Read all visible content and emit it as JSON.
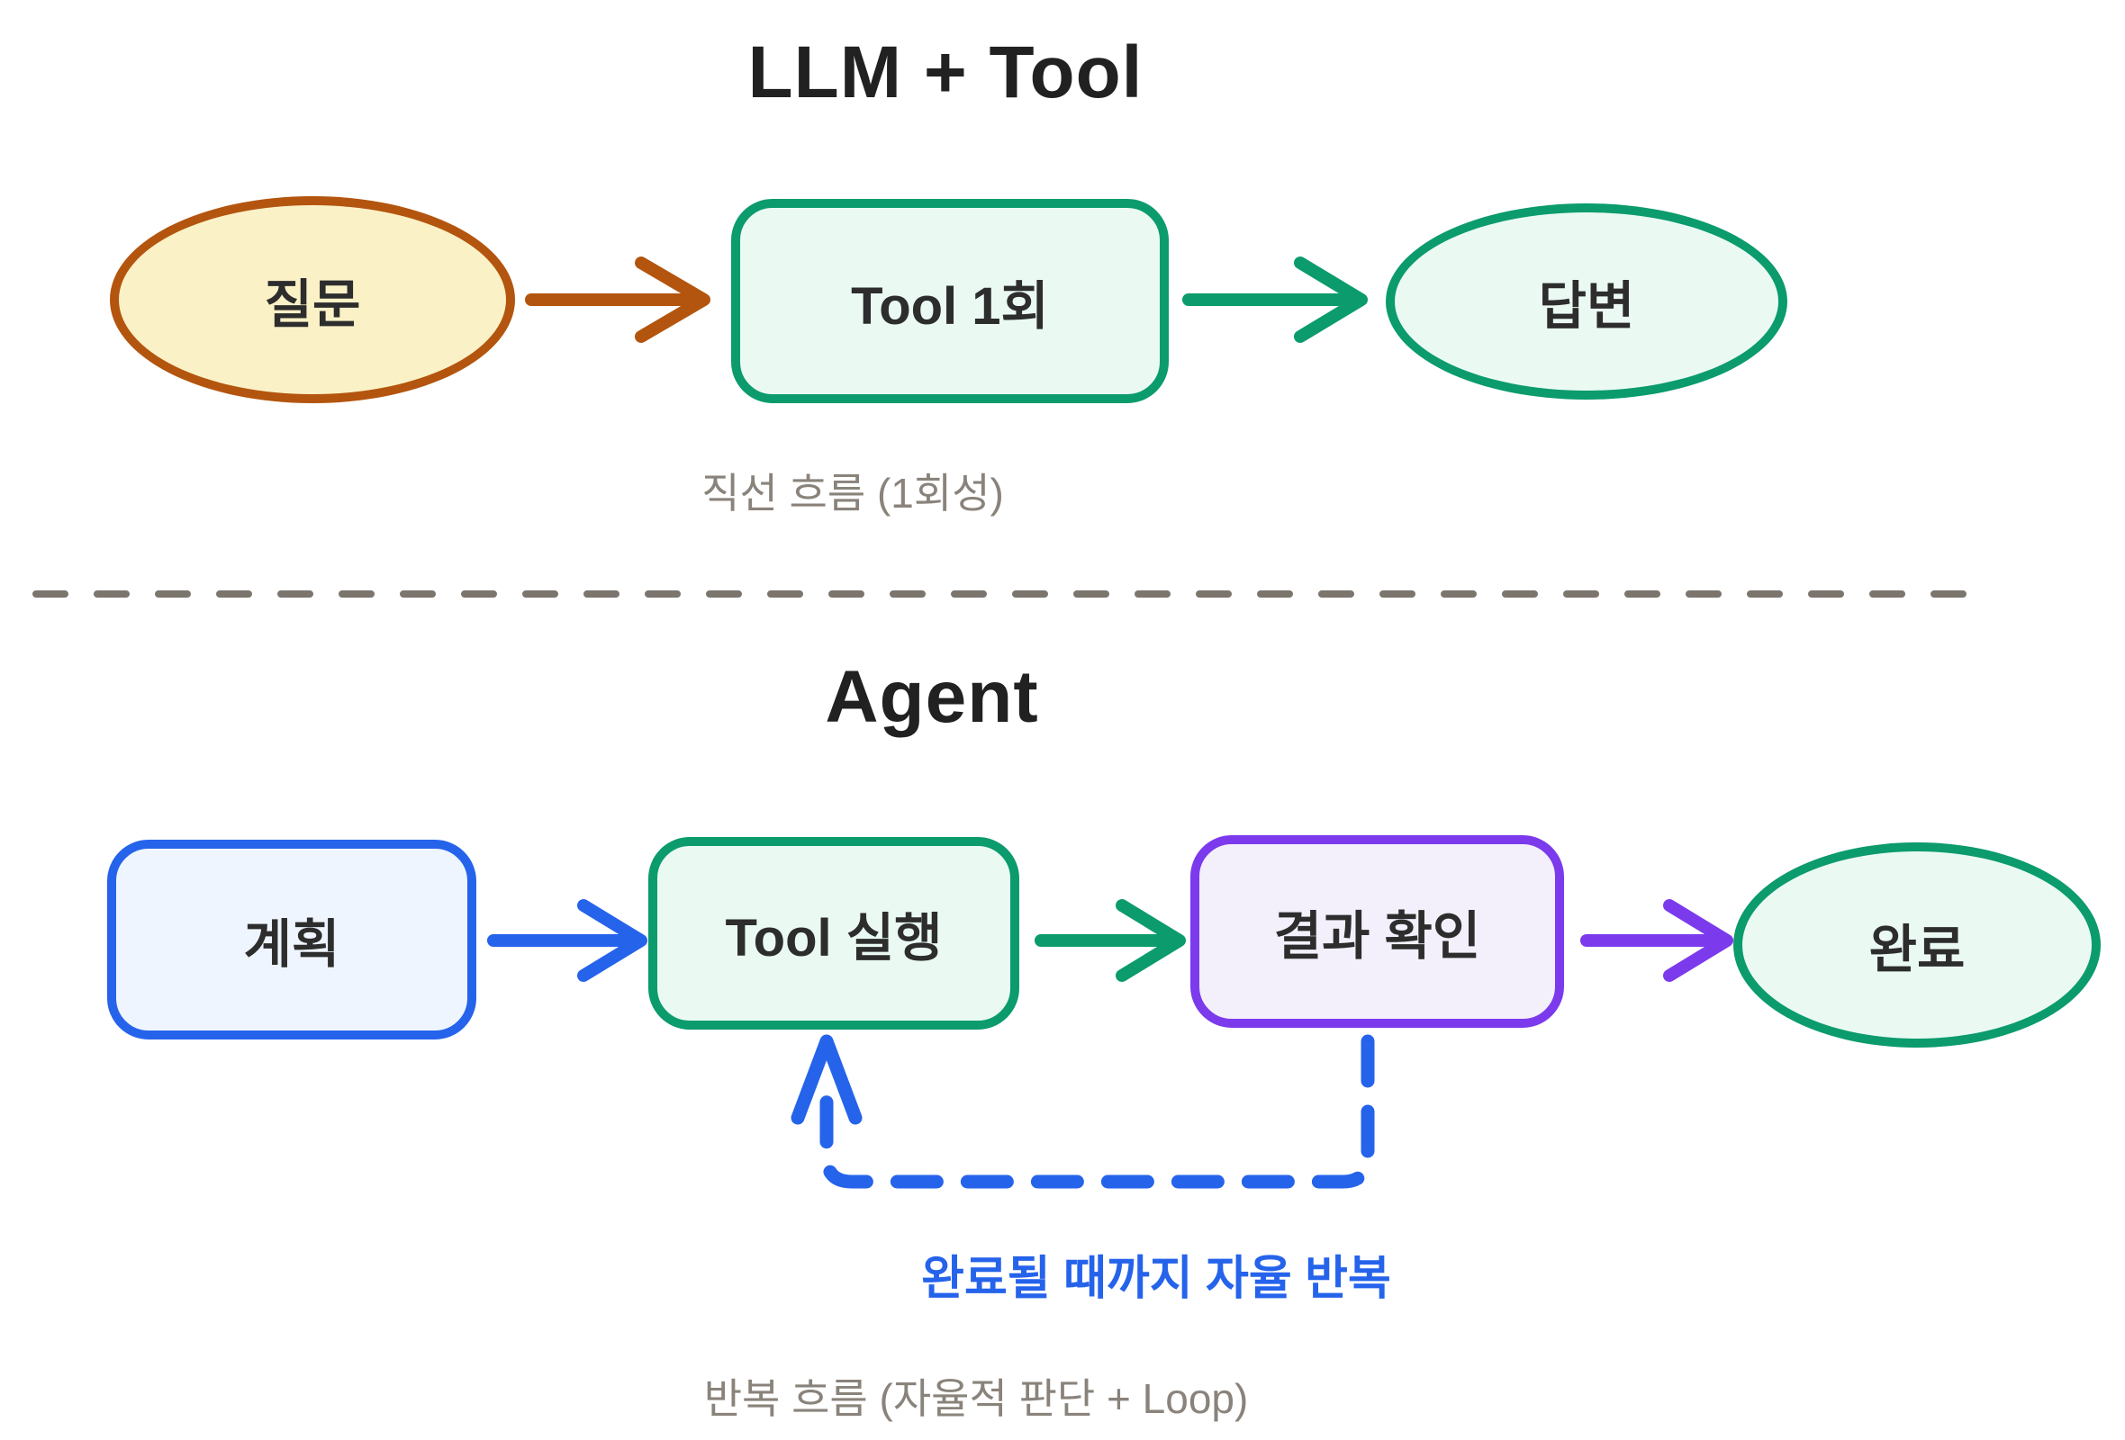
{
  "section_llm_tool": {
    "title": "LLM + Tool",
    "nodes": [
      {
        "id": "question",
        "label": "질문",
        "shape": "ellipse",
        "color": "#b3550e",
        "fill": "#fbf1c7"
      },
      {
        "id": "tool-once",
        "label": "Tool 1회",
        "shape": "rounded-rect",
        "color": "#0b9b6d",
        "fill": "#eafaf3"
      },
      {
        "id": "answer",
        "label": "답변",
        "shape": "ellipse",
        "color": "#0b9b6d",
        "fill": "#eafaf3"
      }
    ],
    "caption": "직선 흐름 (1회성)"
  },
  "section_agent": {
    "title": "Agent",
    "nodes": [
      {
        "id": "plan",
        "label": "계획",
        "shape": "rounded-rect",
        "color": "#2563eb",
        "fill": "#eff5fe"
      },
      {
        "id": "tool-run",
        "label": "Tool 실행",
        "shape": "rounded-rect",
        "color": "#0b9b6d",
        "fill": "#eafaf3"
      },
      {
        "id": "check-result",
        "label": "결과 확인",
        "shape": "rounded-rect",
        "color": "#7c3aed",
        "fill": "#f3f0fb"
      },
      {
        "id": "done",
        "label": "완료",
        "shape": "ellipse",
        "color": "#0b9b6d",
        "fill": "#eafaf3"
      }
    ],
    "loop_label": "완료될 때까지 자율 반복",
    "caption": "반복 흐름 (자율적 판단 + Loop)"
  },
  "colors": {
    "arrow_orange": "#b3550e",
    "arrow_green": "#0b9b6d",
    "arrow_blue": "#2563eb",
    "arrow_purple": "#7c3aed",
    "divider_gray": "#7b756d",
    "caption_gray": "#8a837b",
    "text_dark": "#2d2d2d"
  }
}
